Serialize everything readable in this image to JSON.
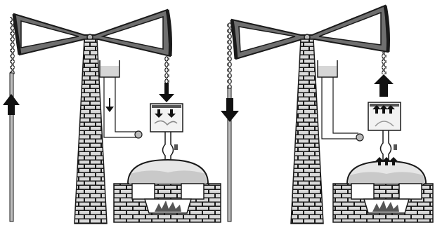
{
  "figure": {
    "panels": [
      {
        "id": "left",
        "rod_arrow": "up",
        "cylinder_arrow": "down"
      },
      {
        "id": "right",
        "rod_arrow": "down",
        "cylinder_arrow": "up"
      }
    ]
  },
  "colors": {
    "background": "#ffffff",
    "ink": "#1a1a1a",
    "beam": "#6f6f6f",
    "brick_fill": "#d9d9d9",
    "brick_mortar": "#1a1a1a",
    "boiler_fill": "#e6e6e6",
    "water": "#c9c9c9",
    "arrow": "#111111",
    "fire": "#555555"
  },
  "icons": {
    "up_arrow": "arrow-up-icon",
    "down_arrow": "arrow-down-icon",
    "flame": "fire-icon",
    "valve": "valve-icon",
    "chain": "chain-icon"
  }
}
